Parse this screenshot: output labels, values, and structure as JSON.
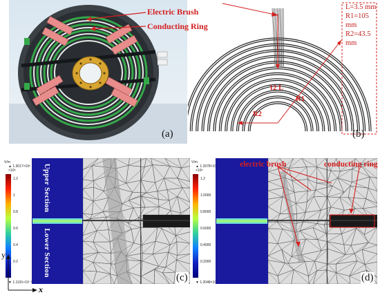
{
  "panel_a": {
    "letter": "(a)",
    "label_brush": "Electric Brush",
    "label_ring": "Conducting Ring"
  },
  "panel_b": {
    "letter": "(b)",
    "dims": [
      "L=3.5 mm",
      "R1=105 mm",
      "R2=43.5 mm"
    ],
    "label_12L": "12 L",
    "label_R1": "R1",
    "label_R2": "R2"
  },
  "panel_c": {
    "letter": "(c)",
    "upper": "Upper Section",
    "lower": "Lower Section",
    "cb_unit": "V/m",
    "cb_max": "▲ 1.3017×10⁸",
    "cb_exp": "×10⁸",
    "cb_ticks": [
      "1.2",
      "1",
      "0.8",
      "0.6",
      "0.4",
      "0.2"
    ],
    "cb_min": "▼ 1.1191×10⁻³",
    "axis_y": "y",
    "axis_x": "x"
  },
  "panel_d": {
    "letter": "(d)",
    "label_brush": "electric brush",
    "label_ring": "conducting ring",
    "cb_unit": "V/m",
    "cb_max": "▲ 1.3378×10⁸",
    "cb_exp": "×10⁸",
    "cb_ticks": [
      "1.2",
      "1.0000",
      "0.8000",
      "0.6000",
      "0.4000",
      "0.2000"
    ],
    "cb_min": "▼ 1.2048×10⁻³"
  }
}
